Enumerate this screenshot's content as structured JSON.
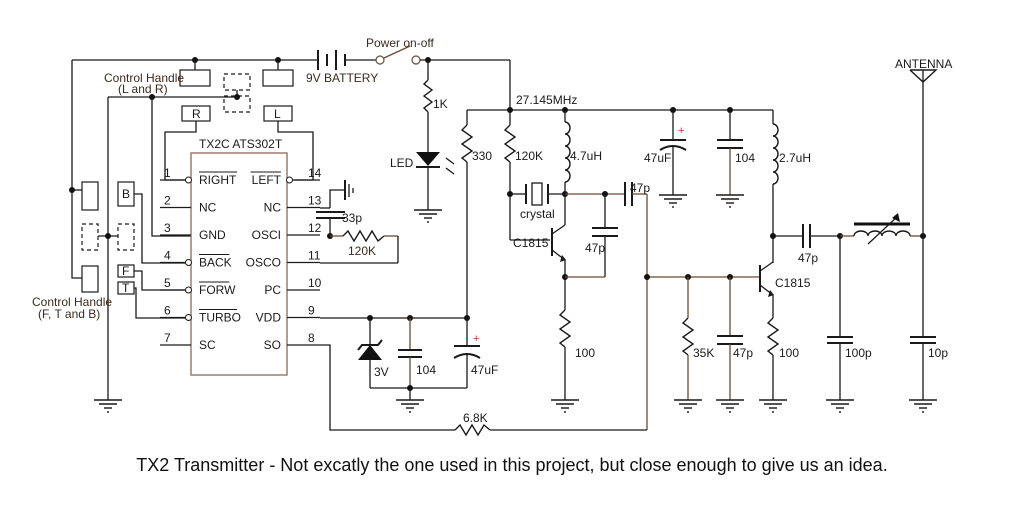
{
  "caption": "TX2 Transmitter - Not excatly the one used in this project, but close enough to give us an idea.",
  "ic": {
    "name": "TX2C ATS302T",
    "left_pins": [
      {
        "num": "1",
        "name": "RIGHT",
        "inverted": true
      },
      {
        "num": "2",
        "name": "NC",
        "inverted": false
      },
      {
        "num": "3",
        "name": "GND",
        "inverted": false
      },
      {
        "num": "4",
        "name": "BACK",
        "inverted": true
      },
      {
        "num": "5",
        "name": "FORW",
        "inverted": true
      },
      {
        "num": "6",
        "name": "TURBO",
        "inverted": true
      },
      {
        "num": "7",
        "name": "SC",
        "inverted": false
      }
    ],
    "right_pins": [
      {
        "num": "14",
        "name": "LEFT",
        "inverted": true
      },
      {
        "num": "13",
        "name": "NC",
        "inverted": false
      },
      {
        "num": "12",
        "name": "OSCI",
        "inverted": false
      },
      {
        "num": "11",
        "name": "OSCO",
        "inverted": false
      },
      {
        "num": "10",
        "name": "PC",
        "inverted": false
      },
      {
        "num": "9",
        "name": "VDD",
        "inverted": false
      },
      {
        "num": "8",
        "name": "SO",
        "inverted": false
      }
    ]
  },
  "labels": {
    "power_switch": "Power on-off",
    "battery": "9V BATTERY",
    "control_lr": "Control Handle",
    "control_lr_sub": "(L and R)",
    "control_ftb": "Control Handle",
    "control_ftb_sub": "(F, T and B)",
    "switch_r": "R",
    "switch_l": "L",
    "switch_b": "B",
    "switch_f": "F",
    "switch_t": "T",
    "frequency": "27.145MHz",
    "antenna": "ANTENNA",
    "led": "LED",
    "crystal": "crystal"
  },
  "components": {
    "r_led": "1K",
    "r_330": "330",
    "r_120k_bias": "120K",
    "l_4_7uh": "4.7uH",
    "c_47uf_top": "47uF",
    "c_104_top": "104",
    "l_2_7uh": "2.7uH",
    "c_33p": "33p",
    "r_120k_osc": "120K",
    "c_47p_coupling": "47p",
    "c_47p_feedback": "47p",
    "q1": "C1815",
    "q2": "C1815",
    "c_47p_out": "47p",
    "r_100_q1": "100",
    "r_35k": "35K",
    "c_47p_base": "47p",
    "r_100_q2": "100",
    "c_100p": "100p",
    "c_10p": "10p",
    "zener": "3V",
    "c_104_vdd": "104",
    "c_47uf_vdd": "47uF",
    "r_6_8k": "6.8K",
    "plus_sign": "+"
  }
}
